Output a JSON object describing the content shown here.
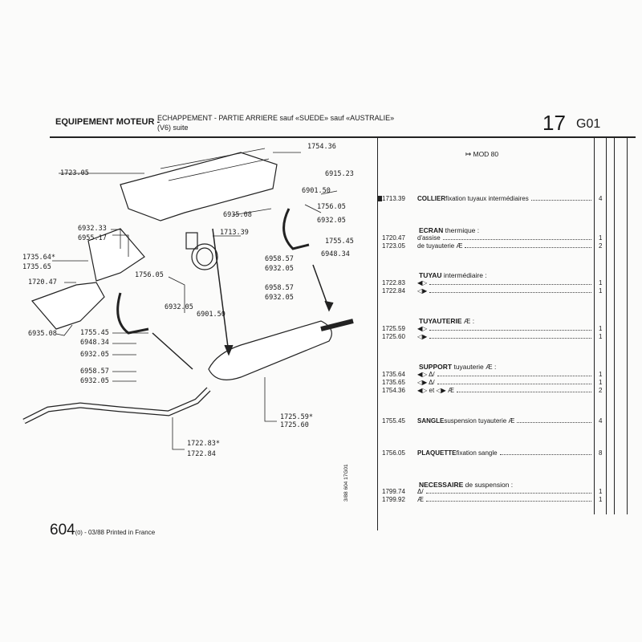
{
  "header": {
    "section": "EQUIPEMENT MOTEUR -",
    "title_line1": "ECHAPPEMENT - PARTIE ARRIERE sauf «SUEDE» sauf «AUSTRALIE»",
    "title_line2": "(V6) suite",
    "group_number": "17",
    "group_code": "G01"
  },
  "diagram": {
    "labels": [
      "1723.05",
      "1754.36",
      "6915.23",
      "6901.50",
      "6935.08",
      "1756.05",
      "6932.05",
      "1713.39",
      "1755.45",
      "6932.33",
      "6955.17",
      "1735.64*",
      "1735.65",
      "6958.57",
      "6948.34",
      "6932.05",
      "1720.47",
      "1756.05",
      "6958.57",
      "6932.05",
      "6932.05",
      "6901.50",
      "6935.08",
      "1755.45",
      "6948.34",
      "6932.05",
      "6958.57",
      "6932.05",
      "1725.59*",
      "1725.60",
      "1722.83*",
      "1722.84"
    ]
  },
  "table": {
    "mod_note": "MOD 80",
    "items": [
      {
        "ref": "1713.39",
        "desc": "COLLIER",
        "desc2": " fixation tuyaux intermédiaires",
        "qty": "4"
      },
      {
        "heading": "ECRAN",
        "heading2": " thermique :"
      },
      {
        "ref": "1720.47",
        "desc": "d'assise",
        "qty": "1"
      },
      {
        "ref": "1723.05",
        "desc": "de tuyauterie Æ",
        "qty": "2"
      },
      {
        "heading": "TUYAU",
        "heading2": " intermédiaire :"
      },
      {
        "ref": "1722.83",
        "desc": "◀▷",
        "qty": "1"
      },
      {
        "ref": "1722.84",
        "desc": "◁▶",
        "qty": "1"
      },
      {
        "heading": "TUYAUTERIE",
        "heading2": " Æ :"
      },
      {
        "ref": "1725.59",
        "desc": "◀▷",
        "qty": "1"
      },
      {
        "ref": "1725.60",
        "desc": "◁▶",
        "qty": "1"
      },
      {
        "heading": "SUPPORT",
        "heading2": " tuyauterie Æ :"
      },
      {
        "ref": "1735.64",
        "desc": "◀▷  Δ/",
        "qty": "1"
      },
      {
        "ref": "1735.65",
        "desc": "◁▶  Δ/",
        "qty": "1"
      },
      {
        "ref": "1754.36",
        "desc": "◀▷ et ◁▶  Æ",
        "qty": "2"
      },
      {
        "ref": "1755.45",
        "desc": "SANGLE",
        "desc2": " suspension tuyauterie Æ",
        "qty": "4"
      },
      {
        "ref": "1756.05",
        "desc": "PLAQUETTE",
        "desc2": " fixation sangle",
        "qty": "8"
      },
      {
        "heading": "NECESSAIRE",
        "heading2": " de suspension :"
      },
      {
        "ref": "1799.74",
        "desc": "Δ/",
        "qty": "1"
      },
      {
        "ref": "1799.92",
        "desc": "Æ",
        "qty": "1"
      }
    ]
  },
  "side_code": "3/88  604  17G01",
  "footer": {
    "model": "604",
    "variant": "(0)",
    "text": " - 03/88 Printed in France"
  }
}
